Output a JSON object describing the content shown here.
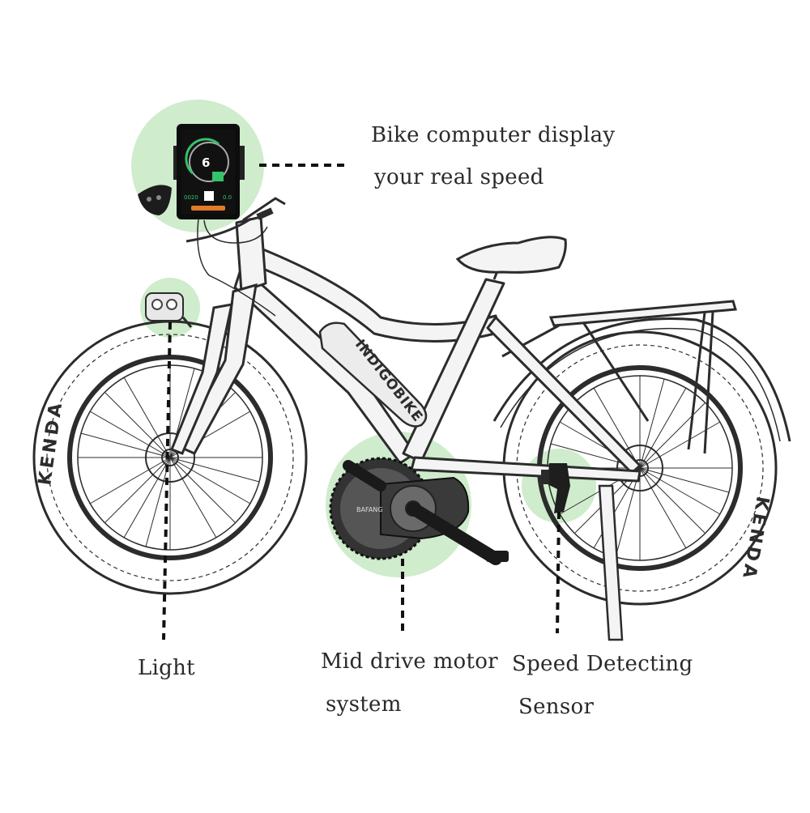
{
  "callouts": {
    "display": {
      "line1": "Bike computer display",
      "line2": "your real speed"
    },
    "light": {
      "label": "Light"
    },
    "motor": {
      "line1": "Mid drive motor",
      "line2": "system"
    },
    "sensor": {
      "line1": "Speed Detecting",
      "line2": "Sensor"
    }
  },
  "bike": {
    "frame_brand": "INDIGOBIKE",
    "tire_brand": "KENDA",
    "motor_brand": "BAFANG"
  },
  "display_screen": {
    "speed": "6",
    "left_readout": "0020",
    "right_readout": "0.0"
  },
  "colors": {
    "highlight": "#cfeccc",
    "line": "#2c2c2c",
    "frame_fill": "#f4f4f4"
  }
}
